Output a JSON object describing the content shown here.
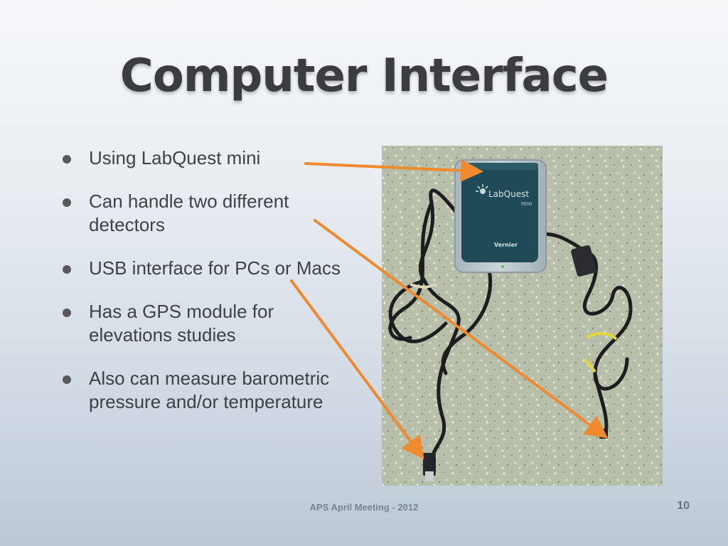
{
  "slide": {
    "title": "Computer Interface",
    "bullets": [
      "Using LabQuest mini",
      "Can handle two different detectors",
      "USB interface for PCs or Macs",
      "Has a GPS module for elevations studies",
      "Also can measure barometric pressure and/or temperature"
    ],
    "photo": {
      "device_brand": "LabQuest",
      "device_model": "MINI",
      "maker": "Vernier"
    },
    "footer": "APS April Meeting - 2012",
    "page_number": "10",
    "colors": {
      "arrow": "#ef8a2e",
      "title": "#3a3c3f",
      "text": "#3e4146"
    }
  }
}
